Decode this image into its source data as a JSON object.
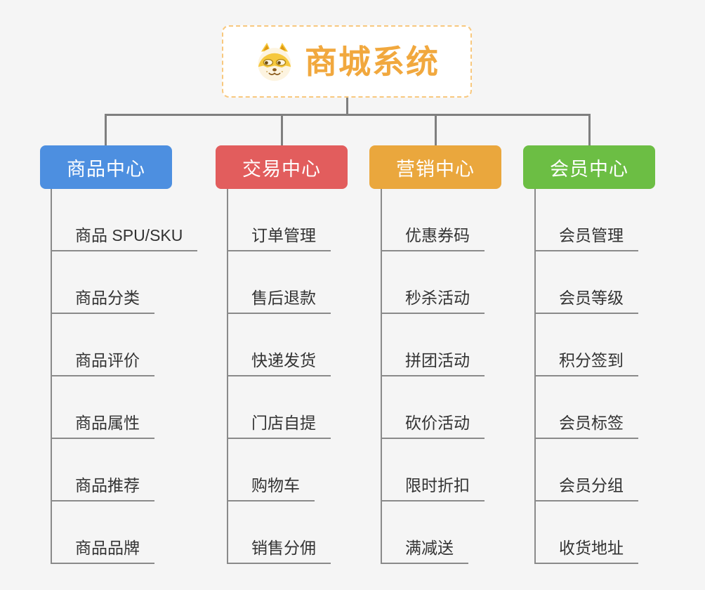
{
  "root": {
    "title": "商城系统",
    "icon": "doge-icon"
  },
  "colors": {
    "root_text": "#f1a83e",
    "root_border": "#f8c87e",
    "connector": "#7f7f7f",
    "leaf_line": "#8a8a8a",
    "branch_product": "#4d8fe0",
    "branch_trade": "#e25d5d",
    "branch_marketing": "#eaa73d",
    "branch_member": "#6cbe44"
  },
  "branches": [
    {
      "label": "商品中心",
      "color": "#4d8fe0",
      "items": [
        "商品 SPU/SKU",
        "商品分类",
        "商品评价",
        "商品属性",
        "商品推荐",
        "商品品牌"
      ]
    },
    {
      "label": "交易中心",
      "color": "#e25d5d",
      "items": [
        "订单管理",
        "售后退款",
        "快递发货",
        "门店自提",
        "购物车",
        "销售分佣"
      ]
    },
    {
      "label": "营销中心",
      "color": "#eaa73d",
      "items": [
        "优惠券码",
        "秒杀活动",
        "拼团活动",
        "砍价活动",
        "限时折扣",
        "满减送"
      ]
    },
    {
      "label": "会员中心",
      "color": "#6cbe44",
      "items": [
        "会员管理",
        "会员等级",
        "积分签到",
        "会员标签",
        "会员分组",
        "收货地址"
      ]
    }
  ]
}
